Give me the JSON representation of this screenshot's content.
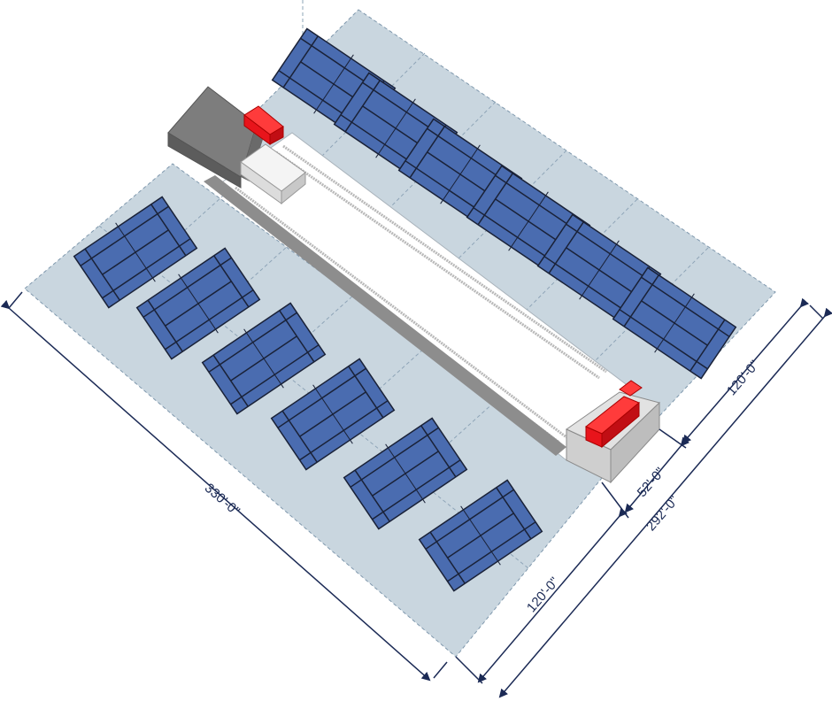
{
  "dimensions": {
    "total_length": "330'-0\"",
    "total_width": "292'-0\"",
    "court_block_left": "120'-0\"",
    "center_strip": "52'-0\"",
    "court_block_right": "120'-0\""
  },
  "colors": {
    "ground": "#c9d6df",
    "court": "#4a6cb0",
    "court_line": "#1a2238",
    "dimension_line": "#1b2a55",
    "building_dark": "#7d7d7d",
    "accent": "#e8141b",
    "white_structure": "#f4f4f4"
  },
  "court_rows": {
    "upper_row_count": 6,
    "lower_row_count": 6
  }
}
